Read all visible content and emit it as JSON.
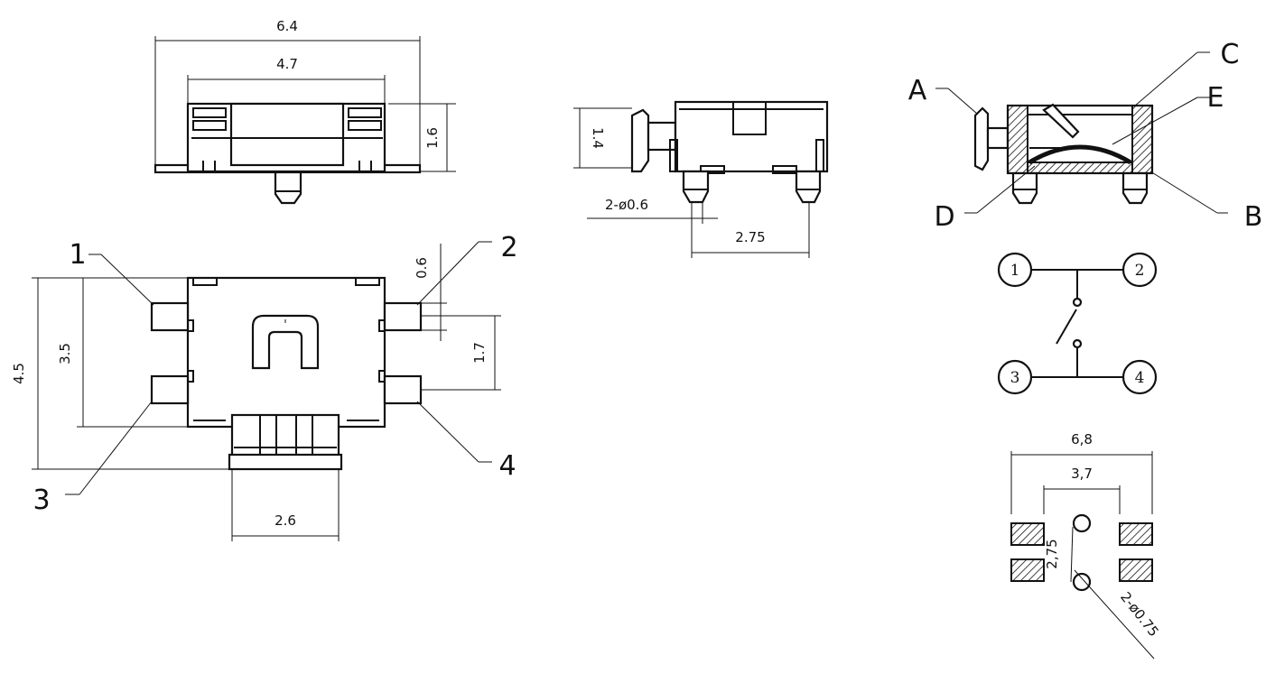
{
  "dimensions": {
    "top_overall_width": "6.4",
    "top_inner_width": "4.7",
    "top_height": "1.6",
    "side_height": "1.4",
    "pin_dia": "2-ø0.6",
    "pin_pitch": "2.75",
    "pin_width": "0.6",
    "body_height": "4.5",
    "pin_span": "3.5",
    "pin_spacing": "1.7",
    "actuator_width": "2.6",
    "pad_overall": "6,8",
    "pad_inner": "3,7",
    "hole_pitch": "2,75",
    "hole_dia": "2-ø0.75"
  },
  "pins": {
    "p1": "1",
    "p2": "2",
    "p3": "3",
    "p4": "4"
  },
  "parts": {
    "a": "A",
    "b": "B",
    "c": "C",
    "d": "D",
    "e": "E"
  },
  "schematic": {
    "n1": "1",
    "n2": "2",
    "n3": "3",
    "n4": "4"
  },
  "colors": {
    "ink": "#111111",
    "paper": "#ffffff"
  }
}
